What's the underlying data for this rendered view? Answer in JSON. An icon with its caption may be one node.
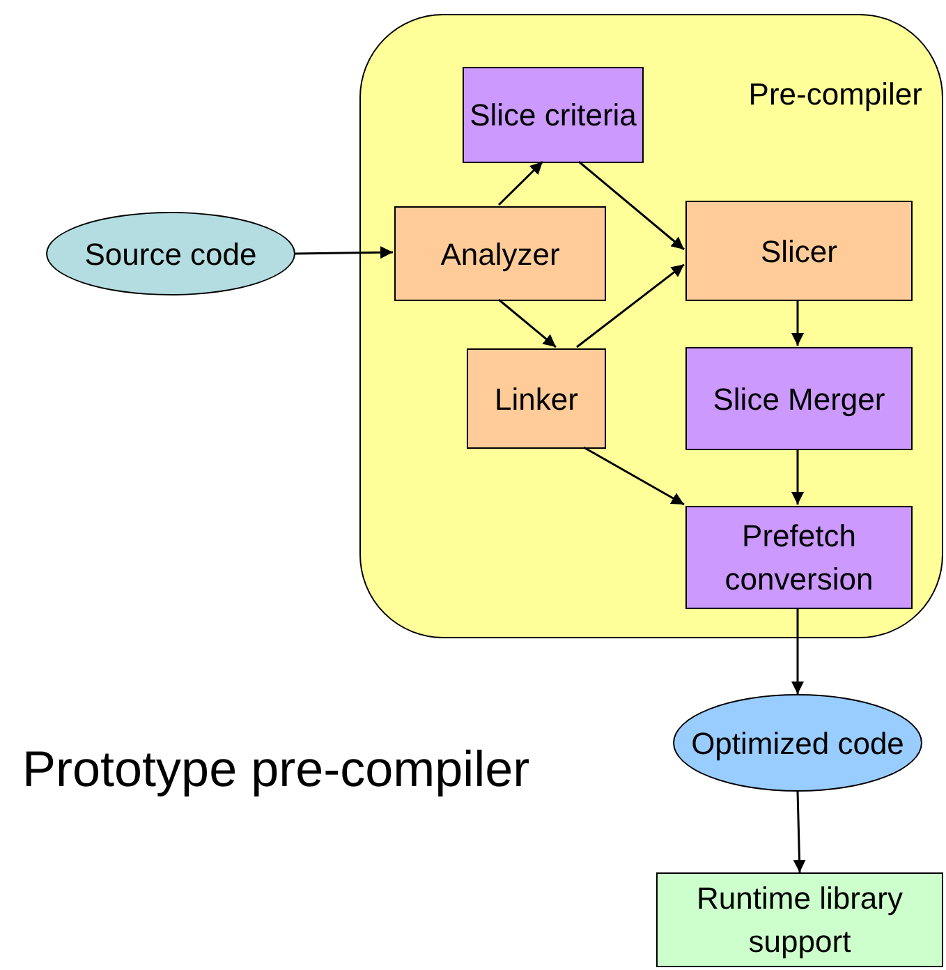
{
  "diagram": {
    "nodes": [
      {
        "text": [
          "Pre-compiler"
        ]
      },
      {
        "text": [
          "Slice criteria"
        ],
        "in": 0
      },
      {
        "text": [
          "Source code"
        ]
      },
      {
        "text": [
          "Analyzer"
        ],
        "in": 0
      },
      {
        "text": [
          "Slicer"
        ],
        "in": 0
      },
      {
        "text": [
          "Linker"
        ],
        "in": 0
      },
      {
        "text": [
          "Slice Merger"
        ],
        "in": 0
      },
      {
        "text": [
          "Prefetch conversion"
        ],
        "in": 0
      },
      {
        "text": [
          "Optimized code"
        ]
      },
      {
        "text": [
          "Runtime library support"
        ]
      }
    ],
    "edges": [
      {
        "from": 2,
        "to": 3,
        "arrow": "to"
      },
      {
        "from": 3,
        "to": 1,
        "arrow": "to"
      },
      {
        "from": 1,
        "to": 4,
        "arrow": "to"
      },
      {
        "from": 3,
        "to": 5,
        "arrow": "to"
      },
      {
        "from": 5,
        "to": 4,
        "arrow": "to"
      },
      {
        "from": 4,
        "to": 6,
        "arrow": "to"
      },
      {
        "from": 6,
        "to": 7,
        "arrow": "to"
      },
      {
        "from": 5,
        "to": 7,
        "arrow": "to"
      },
      {
        "from": 7,
        "to": 8,
        "arrow": "to"
      },
      {
        "from": 8,
        "to": 9,
        "arrow": "to"
      }
    ],
    "labels": [
      "Prototype pre-compiler"
    ]
  }
}
